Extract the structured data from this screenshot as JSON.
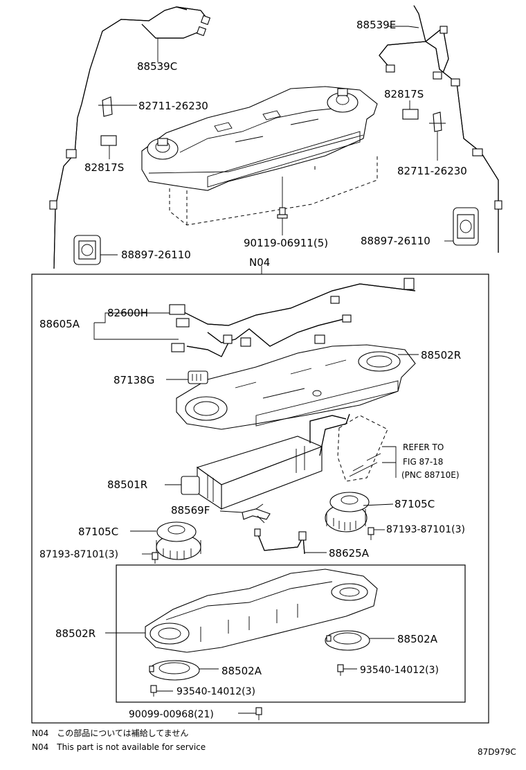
{
  "labels": {
    "p88539C": "88539C",
    "p88539E": "88539E",
    "p82711_left": "82711-26230",
    "p82711_right": "82711-26230",
    "p82817S_left": "82817S",
    "p82817S_right": "82817S",
    "p90119": "90119-06911(5)",
    "p88897_left": "88897-26110",
    "p88897_right": "88897-26110",
    "n04": "N04",
    "p82600H": "82600H",
    "p88605A": "88605A",
    "p88502R_top": "88502R",
    "p87138G": "87138G",
    "refer1": "REFER TO",
    "refer2": "FIG 87-18",
    "refer3": "(PNC 88710E)",
    "p88501R": "88501R",
    "p88569F": "88569F",
    "p87105C_right": "87105C",
    "p87193_right": "87193-87101(3)",
    "p87105C_left": "87105C",
    "p87193_left": "87193-87101(3)",
    "p88625A": "88625A",
    "p88502R_bottom": "88502R",
    "p88502A_right": "88502A",
    "p88502A_left": "88502A",
    "p93540_right": "93540-14012(3)",
    "p93540_left": "93540-14012(3)",
    "p90099": "90099-00968(21)"
  },
  "footnotes": {
    "jp": "N04　この部品については補給してません",
    "en": "N04　This part is not available for service"
  },
  "figure_code": "87D979C"
}
